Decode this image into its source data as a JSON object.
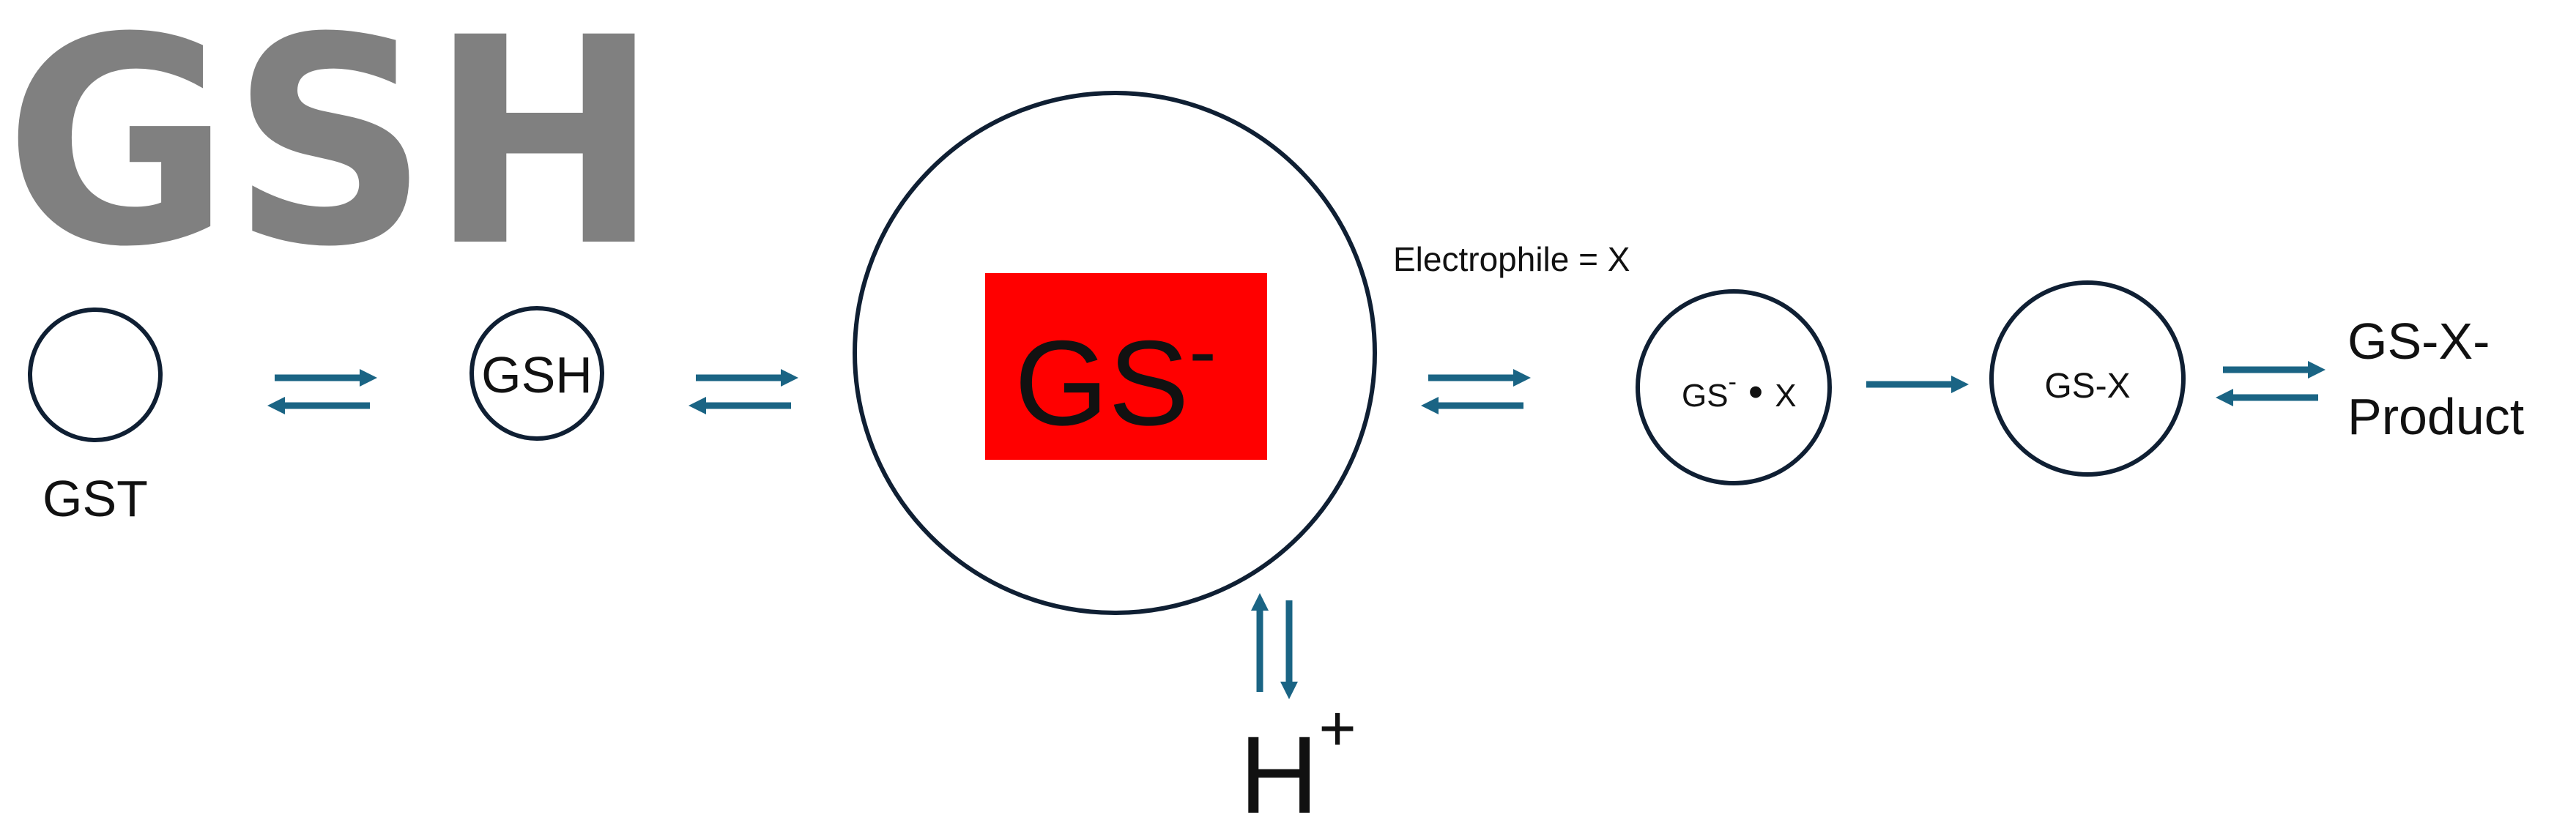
{
  "title": "GSH",
  "nodes": {
    "gst": {
      "label": "GST"
    },
    "gsh": {
      "label": "GSH"
    },
    "gs_anion": {
      "label": "GS",
      "superscript": "-"
    },
    "complex": {
      "left": "GS",
      "superscript": "-",
      "bullet": "•",
      "right": "X"
    },
    "gsx": {
      "label": "GS-X"
    }
  },
  "electrophile_label": "Electrophile = X",
  "proton": {
    "label": "H",
    "superscript": "+"
  },
  "product": {
    "line1": "GS-X-",
    "line2": "Product"
  },
  "colors": {
    "title_gray": "#808080",
    "accent_red": "#ff0000",
    "arrow_teal": "#1a6484",
    "circle_outline": "#0f1f33"
  }
}
